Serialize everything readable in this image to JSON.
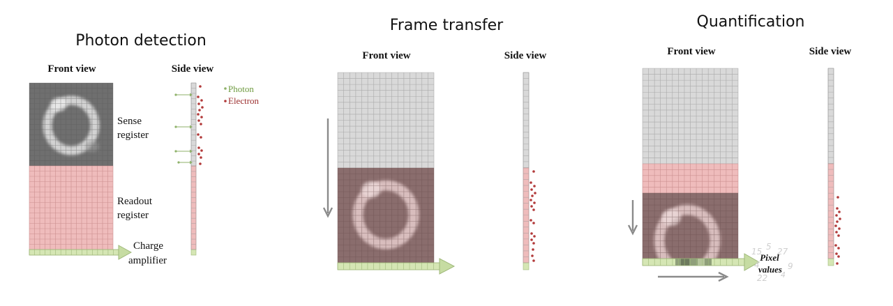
{
  "panels": [
    {
      "title": "Photon detection",
      "front_label": "Front view",
      "side_label": "Side view",
      "annotations": {
        "sense": [
          "Sense",
          "register"
        ],
        "readout": [
          "Readout",
          "register"
        ],
        "amplifier": [
          "Charge",
          "amplifier"
        ]
      },
      "legend": {
        "photon": "Photon",
        "electron": "Electron"
      }
    },
    {
      "title": "Frame transfer",
      "front_label": "Front view",
      "side_label": "Side view"
    },
    {
      "title": "Quantification",
      "front_label": "Front view",
      "side_label": "Side view",
      "pixel_values_label": [
        "Pixel",
        "values"
      ],
      "scattered_numbers": [
        "15",
        "5",
        "27",
        "4",
        "9",
        "22",
        "4"
      ]
    }
  ],
  "colors": {
    "sense_gray": "#d6d6d6",
    "readout_pink": "#eab4b4",
    "serial_green": "#d5e6b4",
    "image_dark": "#7a7a7a",
    "image_bright": "#e8e8e8",
    "photon_green": "#8fb26a",
    "electron_red": "#b23a3a",
    "arrow_gray": "#8a8a8a",
    "legend_photon_text": "#6e9a3f",
    "legend_electron_text": "#9c2f2f"
  }
}
